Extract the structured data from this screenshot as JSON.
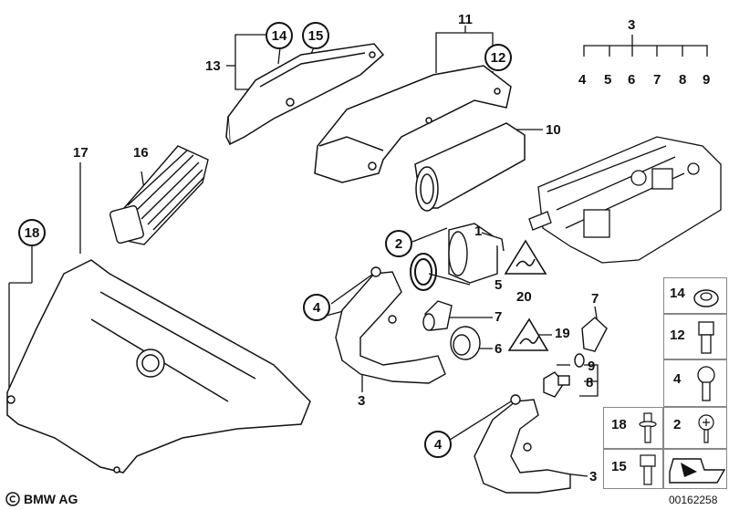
{
  "labels": {
    "l1": "1",
    "l2": "2",
    "l3a": "3",
    "l3b": "3",
    "l3c": "3",
    "l4a": "4",
    "l4b": "4",
    "l4c": "4",
    "l5a": "5",
    "l5b": "5",
    "l6a": "6",
    "l6b": "6",
    "l7a": "7",
    "l7b": "7",
    "l7c": "7",
    "l8a": "8",
    "l8b": "8",
    "l9a": "9",
    "l9b": "9",
    "l10": "10",
    "l11": "11",
    "l12": "12",
    "l13": "13",
    "l14": "14",
    "l15": "15",
    "l16": "16",
    "l17": "17",
    "l18": "18",
    "l19": "19",
    "l20": "20"
  },
  "legend": {
    "c14": "14",
    "c12": "12",
    "c4": "4",
    "c18": "18",
    "c2": "2",
    "c15": "15"
  },
  "footer": {
    "brand": "BMW AG",
    "ref": "00162258"
  }
}
